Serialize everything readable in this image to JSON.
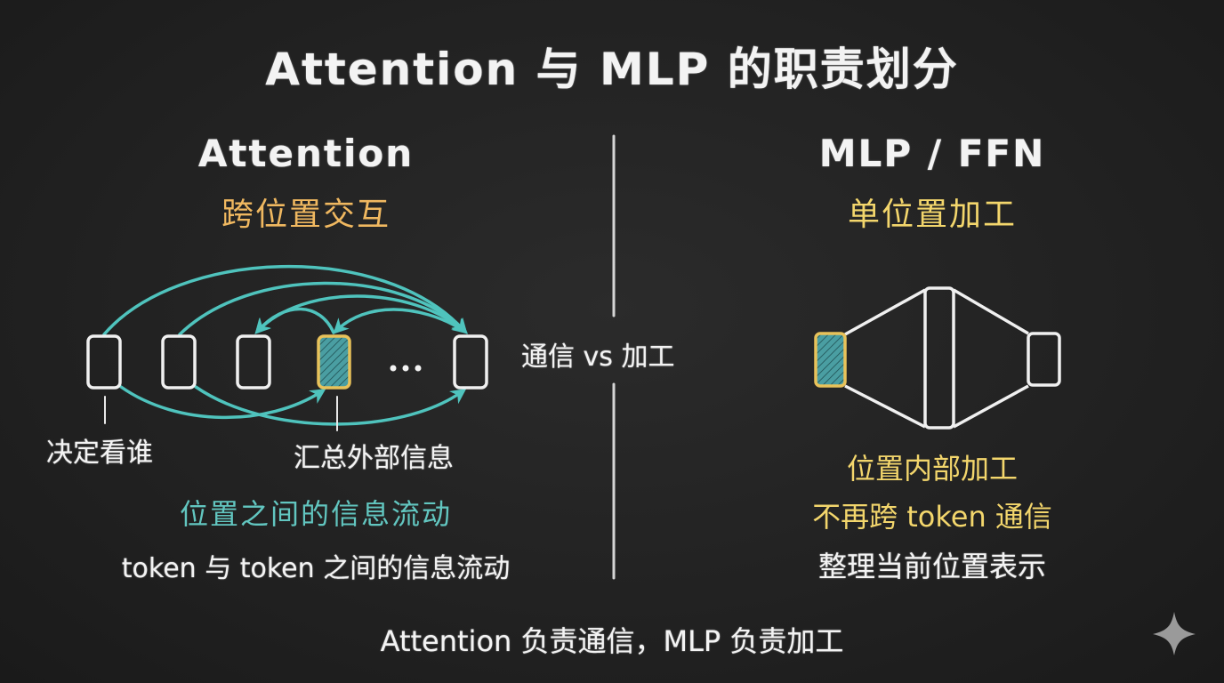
{
  "title": "Attention 与 MLP 的职责划分",
  "left": {
    "heading": "Attention",
    "subheading": "跨位置交互",
    "diagram": {
      "tokens": [
        "token-1",
        "token-2",
        "token-3",
        "token-current",
        "ellipsis",
        "token-n"
      ],
      "ellipsis": "…",
      "highlight_token_index": 3
    },
    "label_decide": "决定看谁",
    "label_aggregate": "汇总外部信息",
    "caption_teal": "位置之间的信息流动",
    "caption_white": "token 与 token 之间的信息流动"
  },
  "center": {
    "label": "通信 vs 加工"
  },
  "right": {
    "heading": "MLP / FFN",
    "subheading": "单位置加工",
    "line1": "位置内部加工",
    "line2": "不再跨 token 通信",
    "line3": "整理当前位置表示"
  },
  "footer": "Attention 负责通信，MLP 负责加工",
  "colors": {
    "background": "#222222",
    "chalk_white": "#f3f3f3",
    "teal": "#4fc3bd",
    "orange": "#f0b860",
    "yellow": "#f3d66c",
    "highlight_fill": "#3f8f94"
  },
  "icons": {
    "watermark": "sparkle-icon"
  }
}
